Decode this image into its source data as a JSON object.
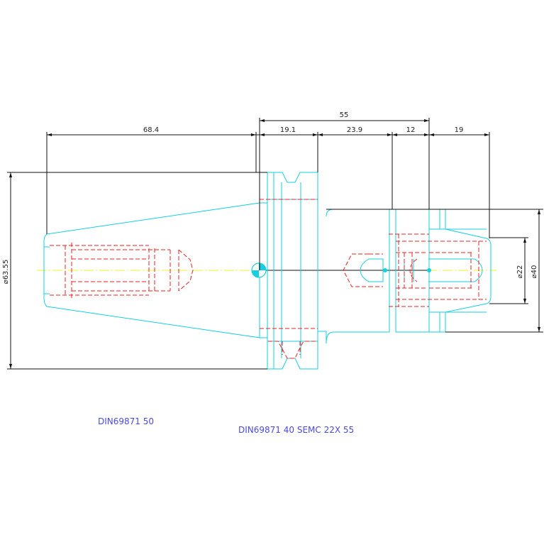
{
  "dimensions": {
    "total_length": "55",
    "taper_length": "68.4",
    "flange": "19.1",
    "neck": "23.9",
    "step": "12",
    "nose": "19",
    "shank_dia": "⌀63.55",
    "bore_dia": "⌀22",
    "outer_dia": "⌀40"
  },
  "captions": {
    "left_part": "DIN69871 50",
    "right_part": "DIN69871 40 SEMC 22X 55"
  },
  "colors": {
    "outline": "#16cfe0",
    "hidden": "#ee2222",
    "dimension": "#111111",
    "centerline": "#f1f12a",
    "caption": "#4a4ae0"
  }
}
